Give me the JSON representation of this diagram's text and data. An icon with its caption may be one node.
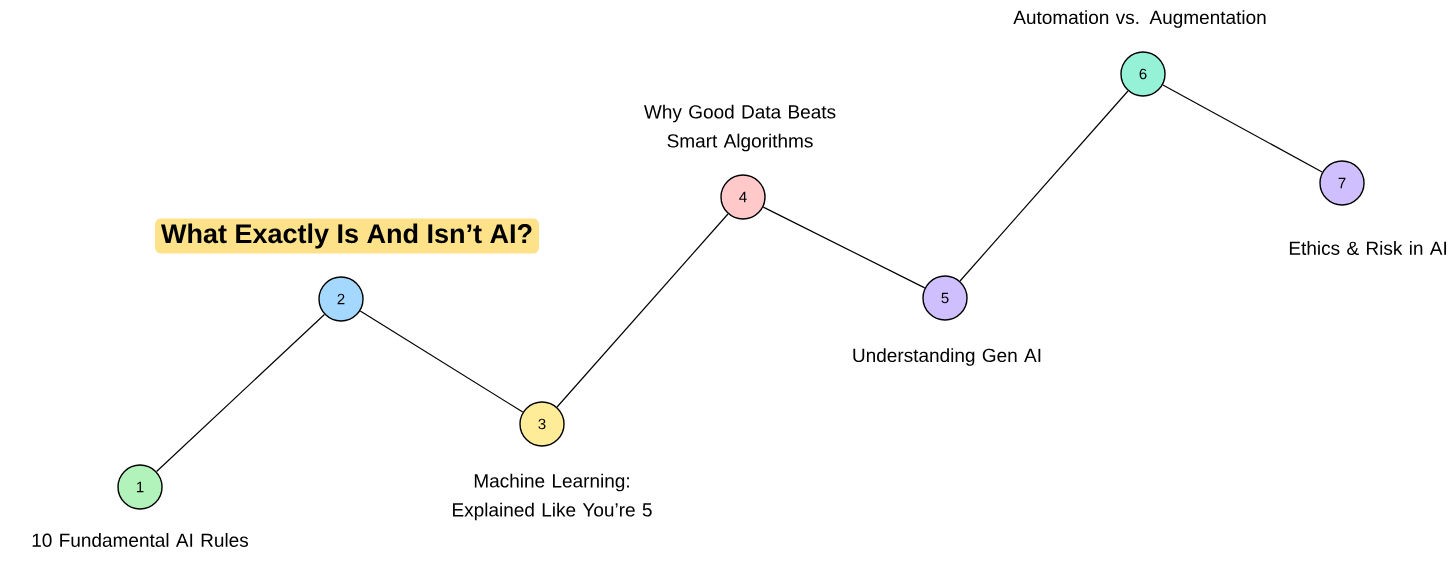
{
  "diagram": {
    "title": "What Exactly Is And Isn’t AI?",
    "nodes": [
      {
        "text": [
          "1"
        ],
        "beside": [
          "10 Fundamental AI Rules"
        ]
      },
      {
        "text": [
          "2"
        ]
      },
      {
        "text": [
          "3"
        ],
        "beside": [
          "Machine Learning: Explained Like You’re 5"
        ]
      },
      {
        "text": [
          "4"
        ],
        "beside": [
          "Why Good Data Beats Smart Algorithms"
        ]
      },
      {
        "text": [
          "5"
        ],
        "beside": [
          "Understanding Gen AI"
        ]
      },
      {
        "text": [
          "6"
        ],
        "beside": [
          "Automation vs. Augmentation"
        ]
      },
      {
        "text": [
          "7"
        ],
        "beside": [
          "Ethics & Risk in AI"
        ]
      }
    ],
    "edges": [
      {
        "from": 0,
        "to": 1,
        "arrow": "none"
      },
      {
        "from": 1,
        "to": 2,
        "arrow": "none"
      },
      {
        "from": 2,
        "to": 3,
        "arrow": "none"
      },
      {
        "from": 3,
        "to": 4,
        "arrow": "none"
      },
      {
        "from": 4,
        "to": 5,
        "arrow": "none"
      },
      {
        "from": 5,
        "to": 6,
        "arrow": "none"
      }
    ]
  }
}
